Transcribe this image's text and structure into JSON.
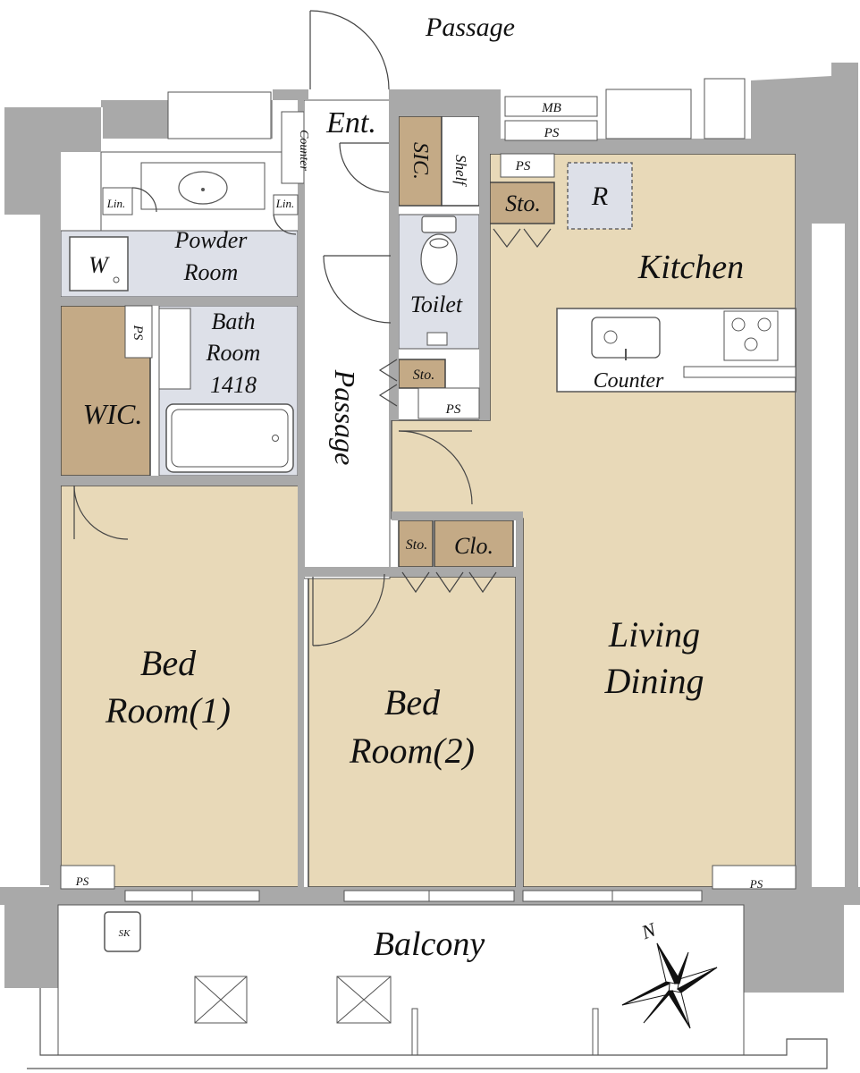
{
  "labels": {
    "passage_top": "Passage",
    "entrance": "Ent.",
    "counter_vertical": "Counter",
    "sic": "SIC.",
    "shelf": "Shelf",
    "mb": "MB",
    "ps": "PS",
    "sto": "Sto.",
    "refrigerator": "R",
    "kitchen": "Kitchen",
    "linen": "Lin.",
    "powder_room": [
      "Powder",
      "Room"
    ],
    "washer": "W",
    "toilet": "Toilet",
    "counter": "Counter",
    "bath_room": [
      "Bath",
      "Room",
      "1418"
    ],
    "passage_vertical": "Passage",
    "wic": "WIC.",
    "clo": "Clo.",
    "living_dining": [
      "Living",
      "Dining"
    ],
    "bed_room_1": [
      "Bed",
      "Room(1)"
    ],
    "bed_room_2": [
      "Bed",
      "Room(2)"
    ],
    "balcony": "Balcony",
    "sk": "SK",
    "north": "N"
  },
  "colors": {
    "wall": "#a9a9a9",
    "floor": "#e8d9b8",
    "wet_area": "#dde0e8",
    "storage": "#c4aa86",
    "white": "#ffffff",
    "line": "#555555"
  }
}
